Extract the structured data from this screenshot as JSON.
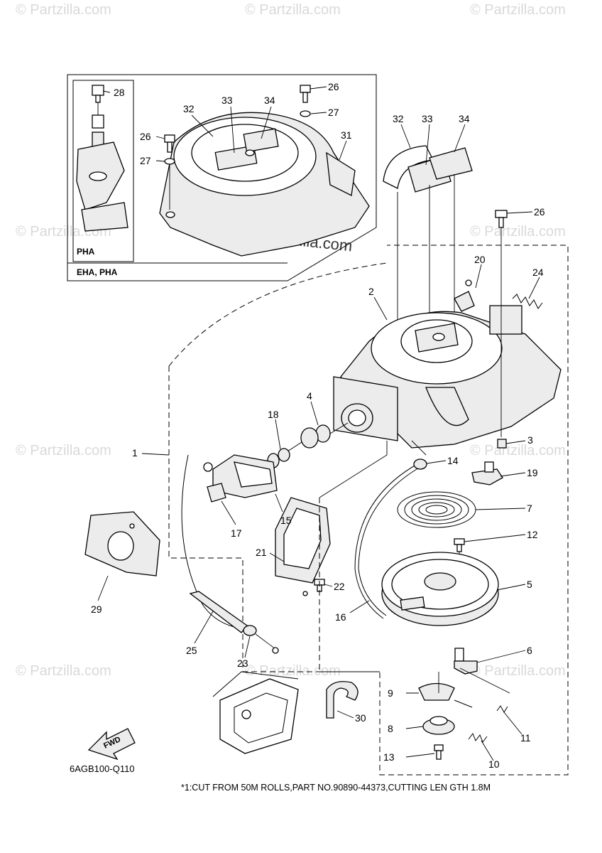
{
  "watermark": {
    "text": "© Partzilla.com",
    "center_text": "© Partzilla.com"
  },
  "inset": {
    "label_inner": "PHA",
    "label_outer": "EHA, PHA"
  },
  "diagram_code": "6AGB100-Q110",
  "fwd_label": "FWD",
  "footnote": "*1:CUT FROM 50M ROLLS,PART NO.90890-44373,CUTTING LEN GTH 1.8M",
  "callouts": {
    "c1": "1",
    "c2": "2",
    "c3": "3",
    "c4": "4",
    "c5": "5",
    "c6": "6",
    "c7": "7",
    "c8": "8",
    "c9": "9",
    "c10": "10",
    "c11": "11",
    "c12": "12",
    "c13": "13",
    "c14": "14",
    "c15": "15",
    "c16": "16",
    "c17": "17",
    "c18": "18",
    "c19": "19",
    "c20": "20",
    "c21": "21",
    "c22": "22",
    "c23": "23",
    "c24": "24",
    "c25": "25",
    "c26a": "26",
    "c26b": "26",
    "c26c": "26",
    "c27a": "27",
    "c27b": "27",
    "c28": "28",
    "c29": "29",
    "c30": "30",
    "c31": "31",
    "c32a": "32",
    "c32b": "32",
    "c33a": "33",
    "c33b": "33",
    "c34a": "34",
    "c34b": "34"
  }
}
